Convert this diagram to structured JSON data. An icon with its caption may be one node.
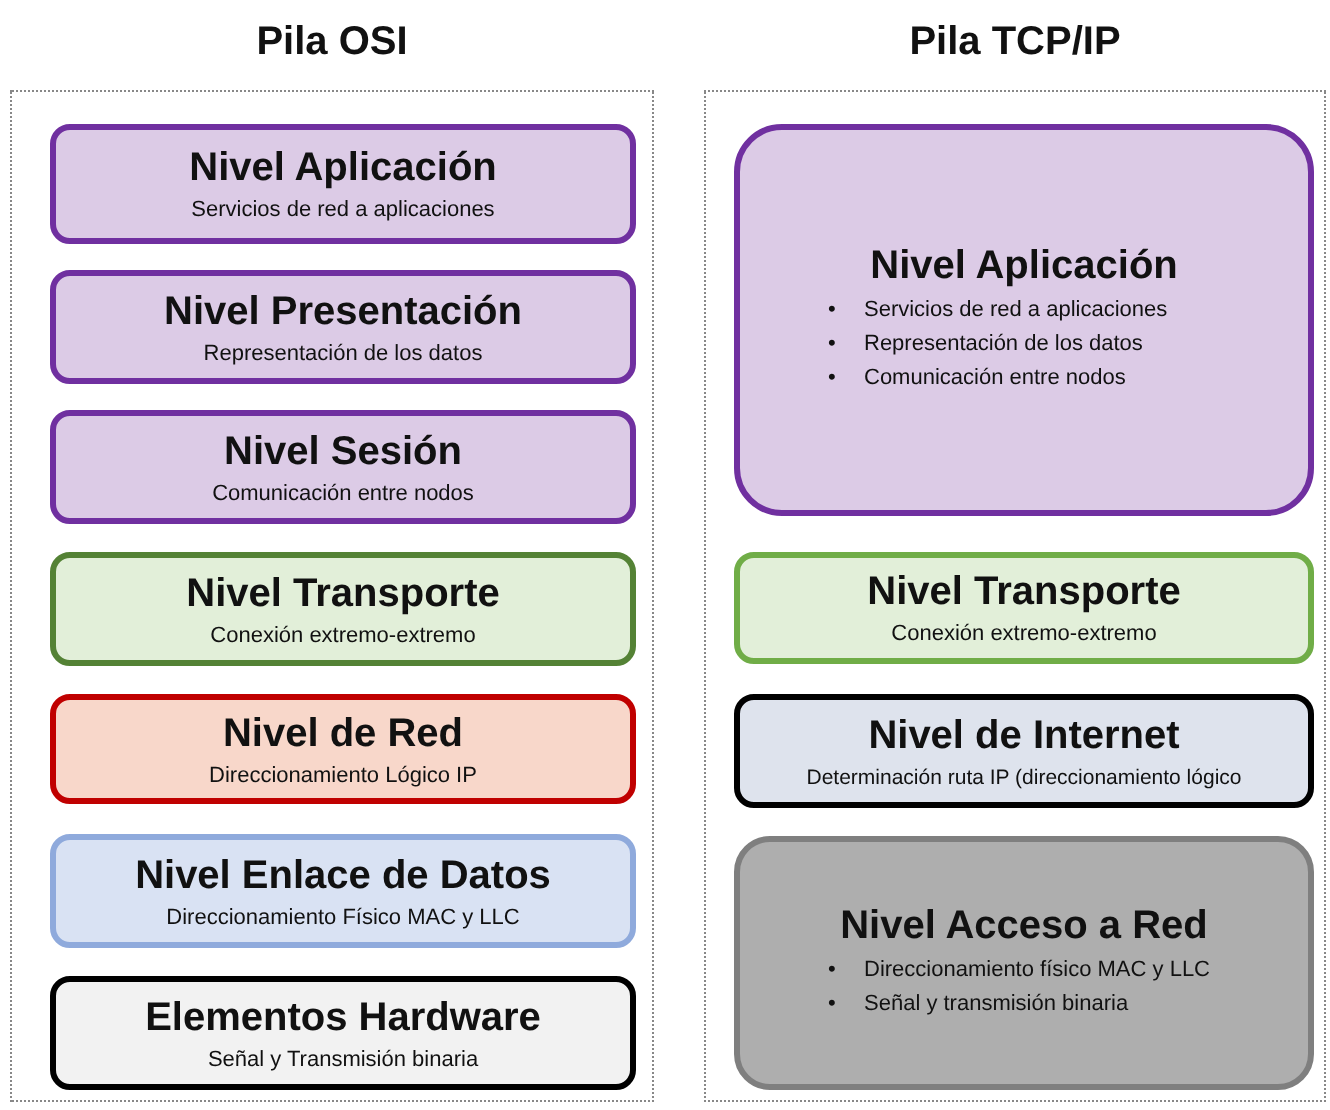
{
  "diagram": {
    "nodes": [
      {
        "text": [
          "Pila OSI"
        ]
      },
      {
        "text": [
          "Nivel Aplicación",
          "Servicios de red a aplicaciones"
        ],
        "in": 0
      },
      {
        "text": [
          "Nivel Presentación",
          "Representación de los datos"
        ],
        "in": 0
      },
      {
        "text": [
          "Nivel Sesión",
          "Comunicación entre nodos"
        ],
        "in": 0
      },
      {
        "text": [
          "Nivel Transporte",
          "Conexión extremo-extremo"
        ],
        "in": 0
      },
      {
        "text": [
          "Nivel de Red",
          "Direccionamiento Lógico IP"
        ],
        "in": 0
      },
      {
        "text": [
          "Nivel Enlace de Datos",
          "Direccionamiento Físico MAC y LLC"
        ],
        "in": 0
      },
      {
        "text": [
          "Elementos Hardware",
          "Señal y Transmisión binaria"
        ],
        "in": 0
      },
      {
        "text": [
          "Pila TCP/IP"
        ]
      },
      {
        "text": [
          "Nivel Aplicación",
          "• Servicios de red a aplicaciones",
          "• Representación de los datos",
          "• Comunicación entre nodos"
        ],
        "in": 8
      },
      {
        "text": [
          "Nivel Transporte",
          "Conexión extremo-extremo"
        ],
        "in": 8
      },
      {
        "text": [
          "Nivel de Internet",
          "Determinación ruta IP (direccionamiento lógico"
        ],
        "in": 8
      },
      {
        "text": [
          "Nivel Acceso a Red",
          "• Direccionamiento físico MAC y LLC",
          "• Señal y transmisión binaria"
        ],
        "in": 8
      }
    ]
  }
}
